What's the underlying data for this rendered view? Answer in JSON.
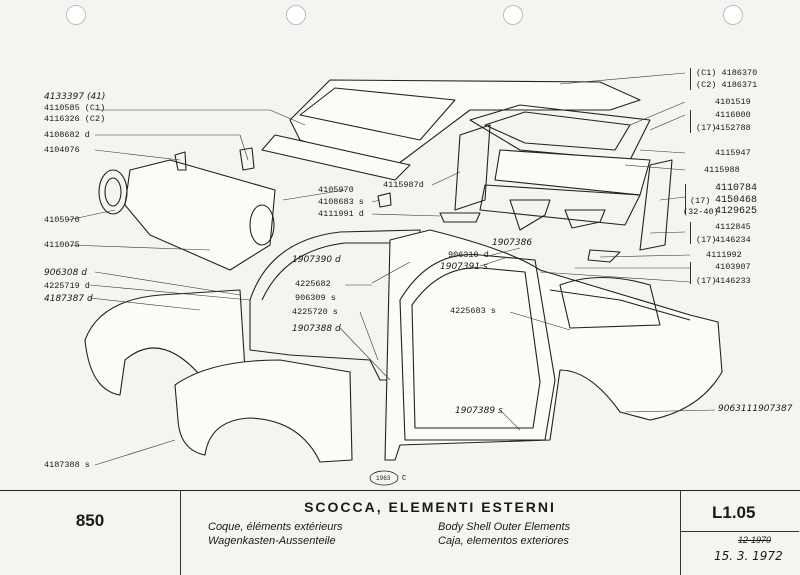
{
  "header_codes": {
    "roof_variants": [
      "(C1) 4186370",
      "(C2) 4186371"
    ],
    "upper_right": [
      "4101519",
      "4116000",
      "4152788"
    ],
    "upper_right_note": "(17)",
    "right_mid": [
      "4115947",
      "4115988"
    ],
    "right_bracket": [
      "4110784",
      "4150468",
      "4129625"
    ],
    "right_bracket_notes": [
      "(17)",
      "(32-40)"
    ],
    "right_lower": [
      "4112845",
      "4146234",
      "4111992",
      "4103907",
      "4146233"
    ]
  },
  "left_codes": [
    "4133397 (41)",
    "4110585 (C1)",
    "4116326 (C2)",
    "4108682 d",
    "4104076",
    "4105970",
    "4110075",
    "906308 d",
    "4225719 d",
    "4187387 d",
    "4187388 s"
  ],
  "center_codes": [
    "4105970",
    "4108683 s",
    "4111991 d",
    "4115987d",
    "1907390 d",
    "4225682",
    "906309 s",
    "4225720 s",
    "1907388 d",
    "906310 d",
    "1907391 s",
    "1907386",
    "4225683 s",
    "1907389 s",
    "9063111907387"
  ],
  "year_badge": "1963",
  "year_badge_suffix": "C",
  "title_block": {
    "model": "850",
    "title": "SCOCCA, ELEMENTI ESTERNI",
    "fr": "Coque, éléments extérieurs",
    "de": "Wagenkasten-Aussenteile",
    "en": "Body Shell Outer Elements",
    "es": "Caja, elementos exteriores",
    "sheet": "L1.05",
    "date_old": "12-1970",
    "date": "15. 3. 1972"
  }
}
